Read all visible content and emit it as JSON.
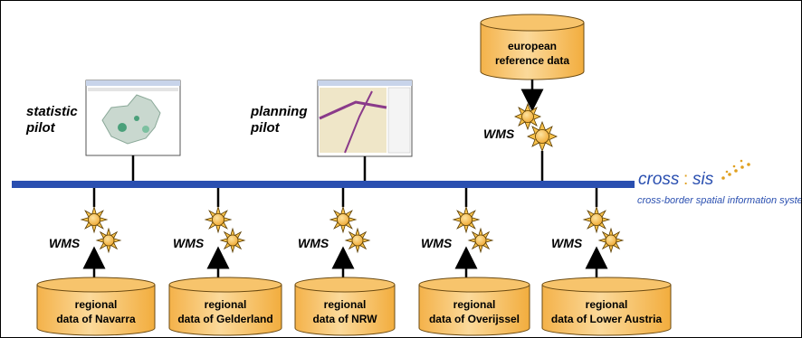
{
  "pilots": {
    "statistic": {
      "line1": "statistic",
      "line2": "pilot"
    },
    "planning": {
      "line1": "planning",
      "line2": "pilot"
    }
  },
  "european": {
    "line1": "european",
    "line2": "reference data"
  },
  "wms_label": "WMS",
  "brand": {
    "cross": "cross",
    "sis": "sis",
    "tagline": "cross-border spatial information system"
  },
  "regional": [
    {
      "line1": "regional",
      "line2": "data of Navarra"
    },
    {
      "line1": "regional",
      "line2": "data of Gelderland"
    },
    {
      "line1": "regional",
      "line2": "data of NRW"
    },
    {
      "line1": "regional",
      "line2": "data of Overijssel"
    },
    {
      "line1": "regional",
      "line2": "data of Lower Austria"
    }
  ],
  "colors": {
    "bus": "#2a4fb0",
    "db_fill": "#f6c266",
    "db_stroke": "#6b4a12",
    "sun_fill": "#f8c24c",
    "brand_blue": "#2a4fb0",
    "brand_gold": "#e0a020"
  }
}
